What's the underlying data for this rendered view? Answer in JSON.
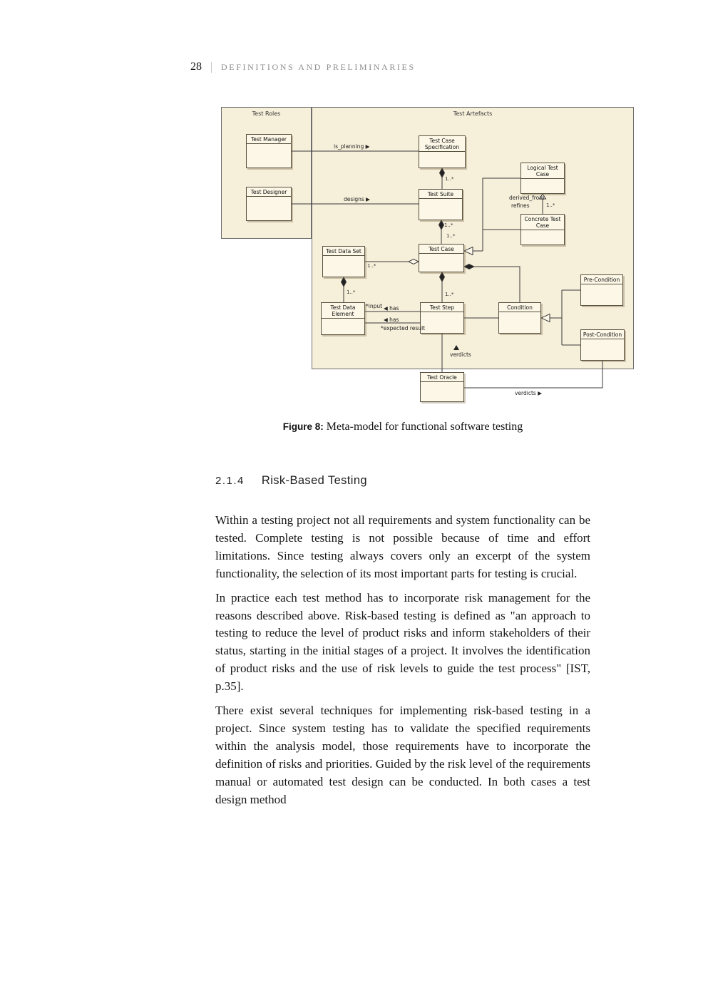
{
  "page": {
    "number": "28",
    "header": "DEFINITIONS AND PRELIMINARIES"
  },
  "figure": {
    "label": "Figure 8:",
    "caption": "Meta-model for functional software testing"
  },
  "section": {
    "number": "2.1.4",
    "title": "Risk-Based Testing"
  },
  "paragraphs": [
    "Within a testing project not all requirements and system functionality can be tested. Complete testing is not possible because of time and effort limitations. Since testing always covers only an excerpt of the system functionality, the selection of its most important parts for testing is crucial.",
    "In practice each test method has to incorporate risk management for the reasons described above. Risk-based testing is defined as \"an approach to testing to reduce the level of product risks and inform stakeholders of their status, starting in the initial stages of a project. It involves the identification of product risks and the use of risk levels to guide the test process\" [IST, p.35].",
    "There exist several techniques for implementing risk-based testing in a project. Since system testing has to validate the specified requirements within the analysis model, those requirements have to incorporate the definition of risks and priorities. Guided by the risk level of the requirements manual or automated test design can be conducted. In both cases a test design method"
  ],
  "diagram": {
    "colors": {
      "package_fill": "#f6efda",
      "node_fill": "#fcf7e6",
      "line": "#3a3a3a"
    },
    "packages": [
      {
        "label": "Test Roles"
      },
      {
        "label": "Test Artefacts"
      }
    ],
    "nodes": [
      {
        "label": "Test Manager"
      },
      {
        "label": "Test Designer"
      },
      {
        "label": "Test Case Specification"
      },
      {
        "label": "Test Suite"
      },
      {
        "label": "Logical Test Case"
      },
      {
        "label": "Concrete Test Case"
      },
      {
        "label": "Test Case"
      },
      {
        "label": "Test Data Set"
      },
      {
        "label": "Test Data Element"
      },
      {
        "label": "Test Step"
      },
      {
        "label": "Condition"
      },
      {
        "label": "Pre-Condition"
      },
      {
        "label": "Post-Condition"
      },
      {
        "label": "Test Oracle"
      }
    ],
    "labels": {
      "is_planning": "is_planning ▶",
      "designs": "designs ▶",
      "derived_from": "derived_from",
      "refines": "refines",
      "input": "*input",
      "has": "◀ has",
      "expected_result": "*expected result",
      "verdicts": "verdicts",
      "verdicts_right": "verdicts ▶",
      "mult": "1..*"
    }
  }
}
